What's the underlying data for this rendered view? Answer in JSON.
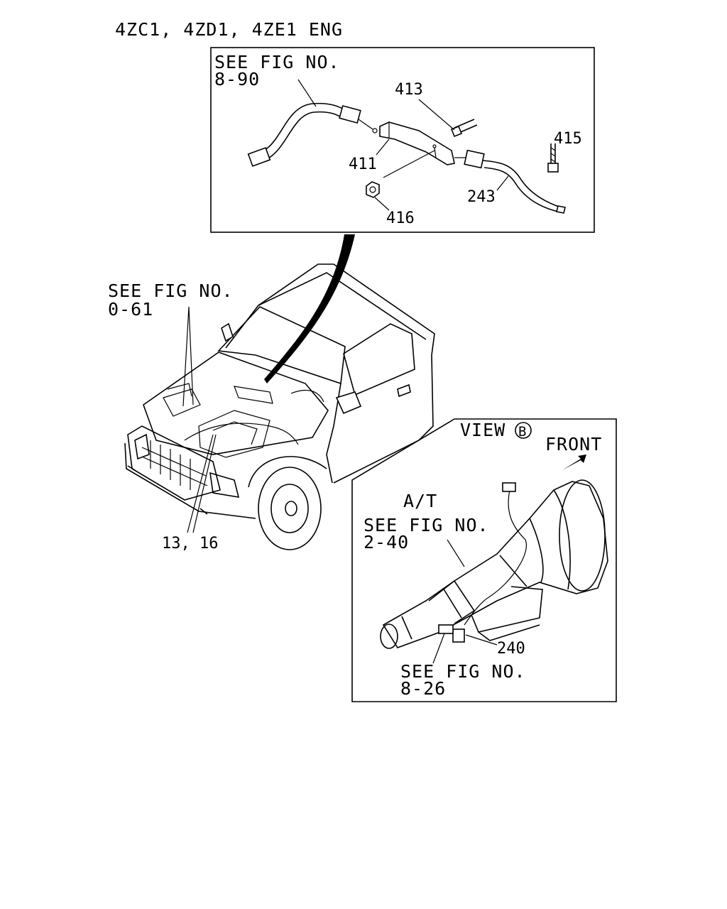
{
  "header": {
    "title": "4ZC1, 4ZD1, 4ZE1 ENG"
  },
  "top_inset": {
    "ref_line1": "SEE FIG NO.",
    "ref_line2": "8-90",
    "parts": {
      "p413": "413",
      "p411": "411",
      "p415": "415",
      "p416": "416",
      "p243": "243"
    }
  },
  "vehicle": {
    "ref_line1": "SEE FIG NO.",
    "ref_line2": "0-61",
    "part_label": "13, 16"
  },
  "view_b": {
    "title": "VIEW",
    "marker": "B",
    "front_label": "FRONT",
    "at_label": "A/T",
    "ref1_line1": "SEE FIG NO.",
    "ref1_line2": "2-40",
    "part_240": "240",
    "ref2_line1": "SEE FIG NO.",
    "ref2_line2": "8-26"
  }
}
